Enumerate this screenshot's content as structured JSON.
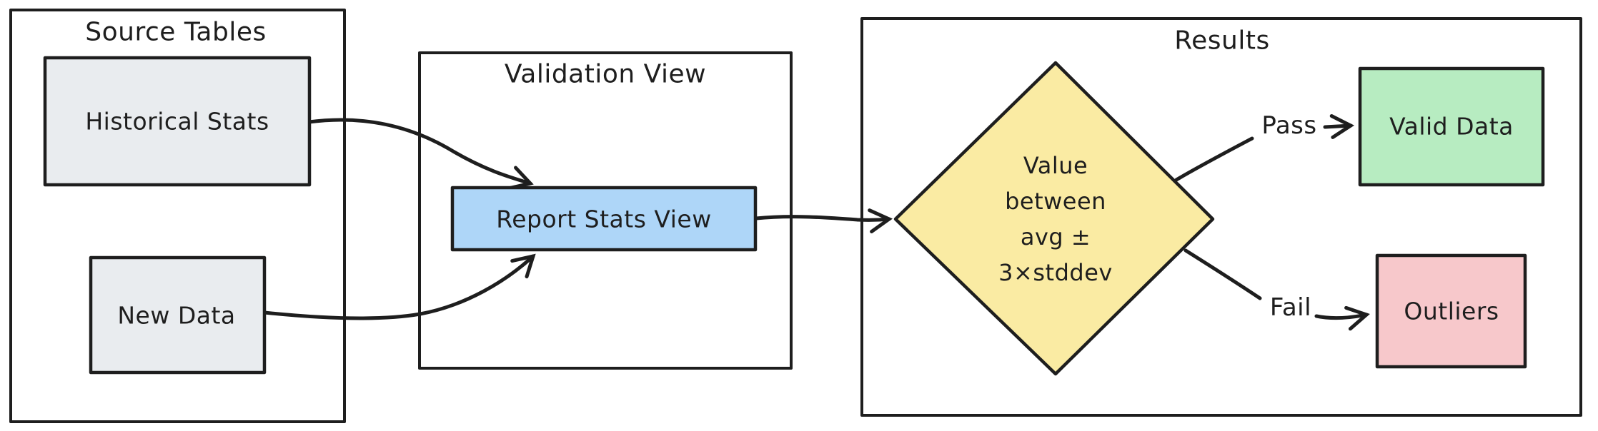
{
  "diagram": {
    "type": "flowchart",
    "canvas_background": "#ffffff",
    "stroke_color": "#1e1e1e",
    "containers": {
      "source": {
        "label": "Source Tables"
      },
      "validation": {
        "label": "Validation View"
      },
      "results": {
        "label": "Results"
      }
    },
    "nodes": {
      "historical_stats": {
        "label": "Historical Stats",
        "fill": "#e9ecef",
        "shape": "rectangle"
      },
      "new_data": {
        "label": "New Data",
        "fill": "#e9ecef",
        "shape": "rectangle"
      },
      "report_stats_view": {
        "label": "Report Stats View",
        "fill": "#aed6f8",
        "shape": "rectangle"
      },
      "decision": {
        "lines": [
          "Value",
          "between",
          "avg ±",
          "3×stddev"
        ],
        "fill": "#faeba3",
        "shape": "diamond"
      },
      "valid_data": {
        "label": "Valid Data",
        "fill": "#b7ecc1",
        "shape": "rectangle"
      },
      "outliers": {
        "label": "Outliers",
        "fill": "#f7c8cb",
        "shape": "rectangle"
      }
    },
    "edges": [
      {
        "from": "Historical Stats",
        "to": "Report Stats View",
        "label": ""
      },
      {
        "from": "New Data",
        "to": "Report Stats View",
        "label": ""
      },
      {
        "from": "Report Stats View",
        "to": "Value between avg ± 3×stddev",
        "label": ""
      },
      {
        "from": "Value between avg ± 3×stddev",
        "to": "Valid Data",
        "label": "Pass"
      },
      {
        "from": "Value between avg ± 3×stddev",
        "to": "Outliers",
        "label": "Fail"
      }
    ]
  }
}
